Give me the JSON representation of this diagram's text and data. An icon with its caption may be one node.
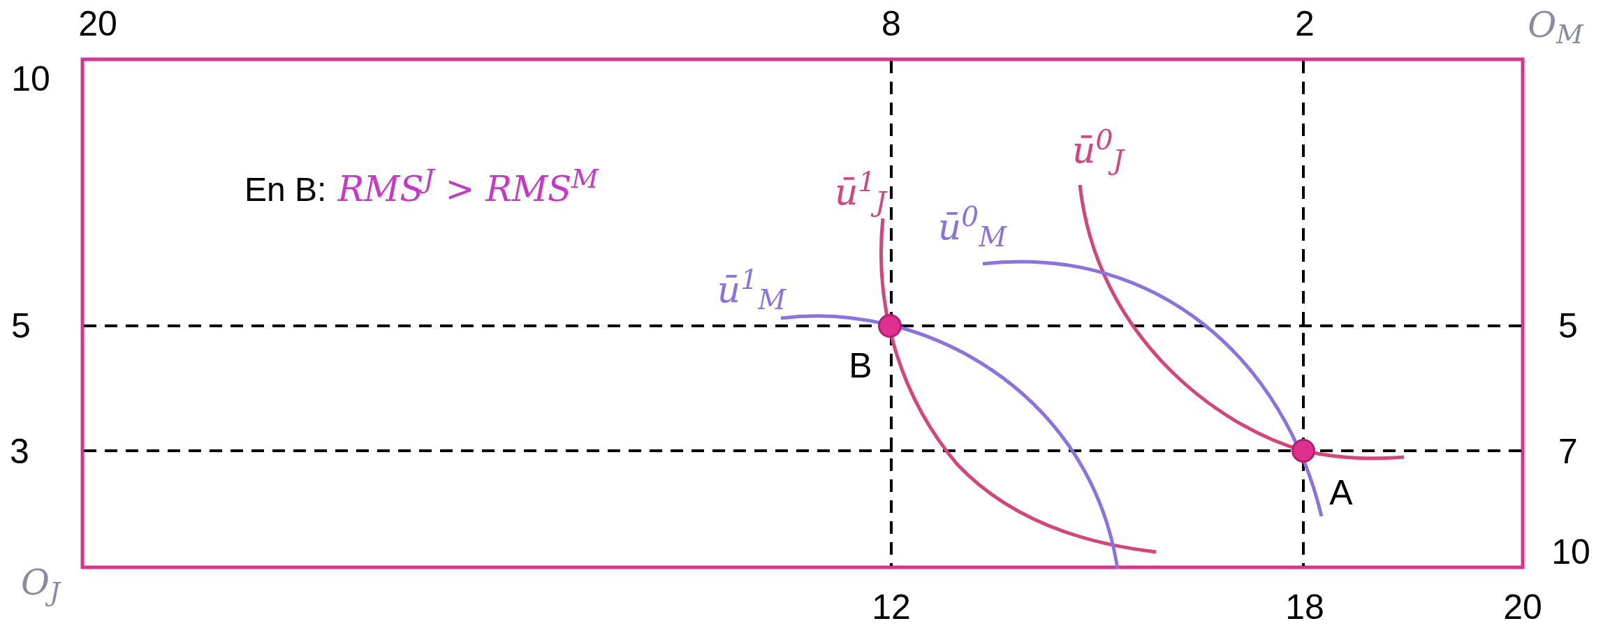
{
  "diagram": {
    "nodes": [
      {
        "text": [],
        "shape": "circle",
        "beside": [
          "B"
        ]
      },
      {
        "text": [],
        "shape": "circle",
        "beside": [
          "A"
        ]
      }
    ],
    "labels": [
      "20",
      "8",
      "2",
      "O$_{M}$",
      "10",
      "En B:",
      "RMS$^{J}$ > RMS$^{M}$",
      "ū$^{0}$$_{J}$",
      "ū$^{1}$$_{J}$",
      "ū$^{0}$$_{M}$",
      "ū$^{1}$$_{M}$",
      "5",
      "5",
      "3",
      "7",
      "10",
      "O$_{J}$",
      "12",
      "18",
      "20"
    ]
  }
}
